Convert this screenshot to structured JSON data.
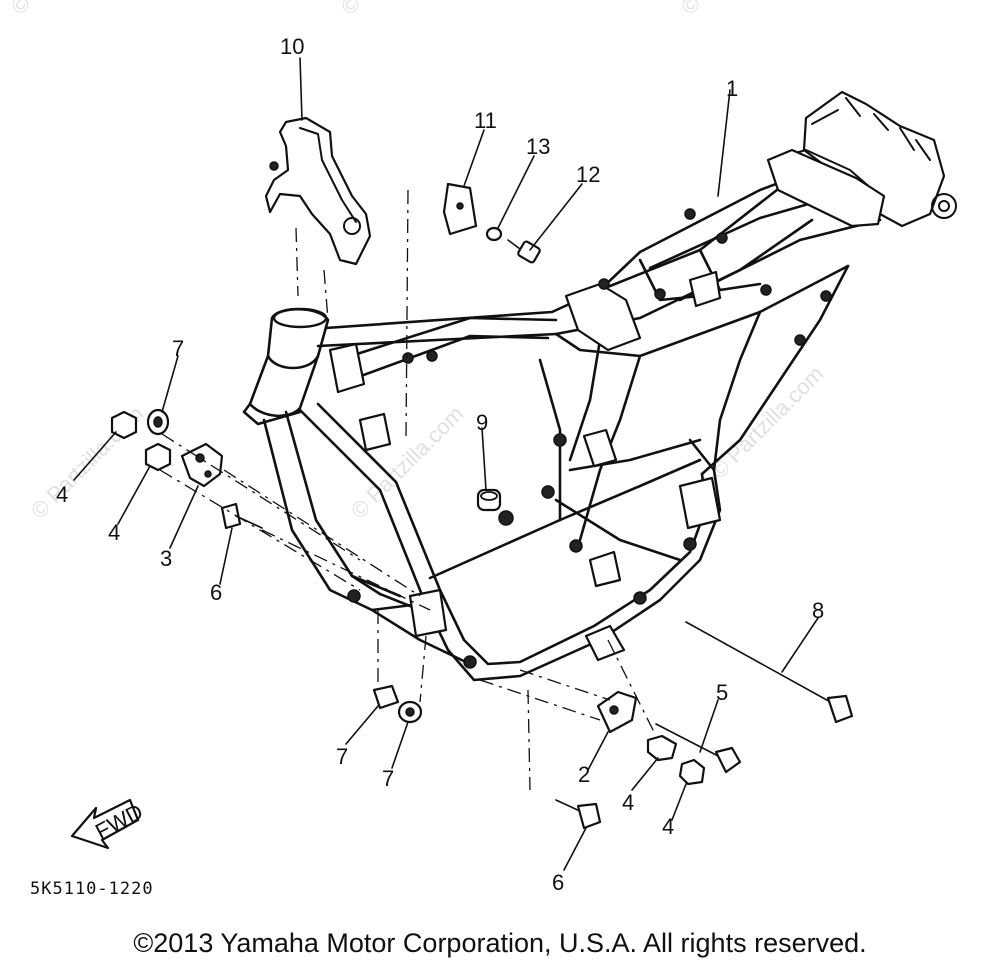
{
  "diagram": {
    "callouts": [
      "1",
      "2",
      "3",
      "4",
      "4",
      "4",
      "4",
      "5",
      "6",
      "6",
      "7",
      "7",
      "7",
      "8",
      "9",
      "10",
      "11",
      "12",
      "13"
    ],
    "fwd_label": "FWD",
    "drawing_code": "5K5110-1220",
    "watermark_text": "© Partzilla.com"
  },
  "footer": {
    "copyright": "©2013 Yamaha Motor Corporation, U.S.A. All rights reserved."
  }
}
